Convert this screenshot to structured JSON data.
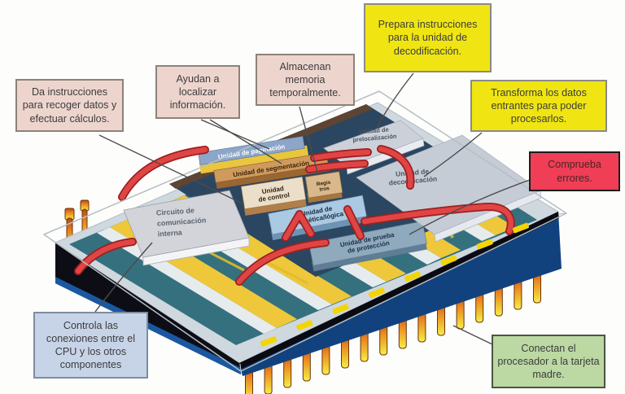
{
  "callouts": {
    "instructions": {
      "text": "Da instrucciones para recoger datos y efectuar cálculos."
    },
    "localize": {
      "text": "Ayudan a localizar información."
    },
    "memory": {
      "text": "Almacenan memoria temporalmente."
    },
    "prepare": {
      "text": "Prepara instrucciones para la unidad de decodificación."
    },
    "transform": {
      "text": "Transforma los datos entrantes para poder procesarlos."
    },
    "errors": {
      "text": "Comprueba errores."
    },
    "connections": {
      "text": "Controla las conexiones entre el CPU y los otros componentes"
    },
    "pins": {
      "text": "Conectan el procesador a la tarjeta madre."
    }
  },
  "chip": {
    "paginacion": "Unidad de paginación",
    "segmentacion": "Unidad de segmentación",
    "control_1": "Unidad",
    "control_2": "de control",
    "registros_1": "Regis",
    "registros_2": "tros",
    "alu_1": "Unidad de",
    "alu_2": "aritmética/lógica",
    "prueba_1": "Unidad de prueba",
    "prueba_2": "de protección",
    "prelocalizacion_1": "Unidad de",
    "prelocalizacion_2": "prelocalización",
    "decodificacion_1": "Unidad de",
    "decodificacion_2": "decodificación",
    "circuito_1": "Circuito de",
    "circuito_2": "comunicación",
    "circuito_3": "interna"
  },
  "palette": {
    "callout_pink": "#edd5ce",
    "callout_yellow": "#f0e512",
    "callout_red": "#ef3e56",
    "callout_blue": "#c7d4e8",
    "callout_green": "#bcd8a3",
    "stripe_teal": "#35707e",
    "stripe_yellow": "#eec83a",
    "stripe_white": "#e6ebed",
    "chip_navy": "#12427e",
    "cavity_navy": "#2b4660",
    "wire_red": "#e04545",
    "pin_gold": "#e88420",
    "slab_gray": "#ccd1d9"
  }
}
